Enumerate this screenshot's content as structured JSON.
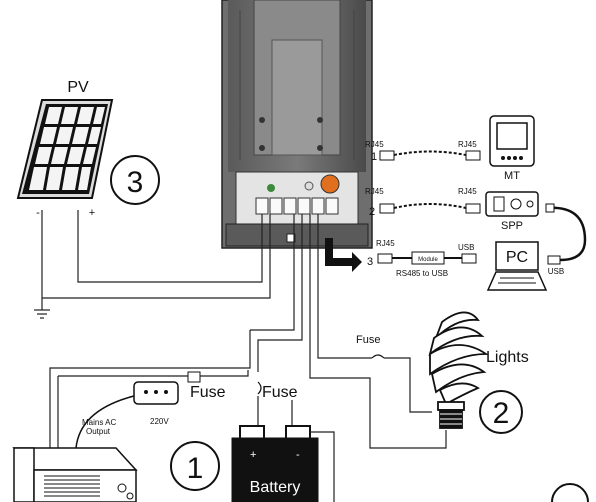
{
  "pv": {
    "title": "PV",
    "minus": "-",
    "plus": "+",
    "number": "3"
  },
  "battery": {
    "label": "Battery",
    "minus": "-",
    "plus": "+",
    "number": "1"
  },
  "lights": {
    "label": "Lights",
    "number": "2",
    "fuse": "Fuse"
  },
  "inverter": {
    "mains_label_1": "Mains AC",
    "mains_label_2": "Output",
    "voltage": "220V"
  },
  "fuses": {
    "fuse_a": "Fuse",
    "fuse_b": "Fuse"
  },
  "connections": [
    {
      "number": "1",
      "left": "RJ45",
      "right": "RJ45",
      "device": "MT"
    },
    {
      "number": "2",
      "left": "RJ45",
      "right": "RJ45",
      "device": "SPP"
    },
    {
      "number": "3",
      "left": "RJ45",
      "right": "USB",
      "module": "Module",
      "caption": "RS485 to USB",
      "device": "PC",
      "device_port": "USB"
    }
  ]
}
